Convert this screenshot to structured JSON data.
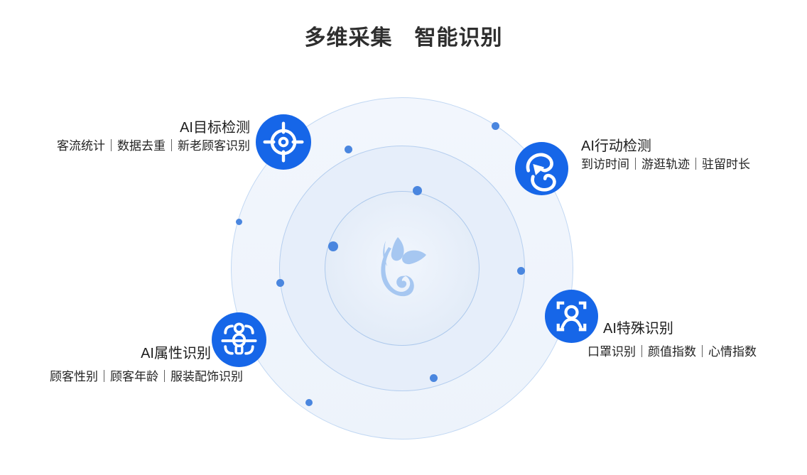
{
  "page": {
    "title": "多维采集　智能识别"
  },
  "diagram": {
    "center_logo": "phoenix-bird-logo",
    "features": [
      {
        "position": "top-left",
        "title": "AI目标检测",
        "subtitle": "客流统计｜数据去重｜新老顾客识别",
        "icon": "crosshair-target-icon"
      },
      {
        "position": "top-right",
        "title": "AI行动检测",
        "subtitle": "到访时间｜游逛轨迹｜驻留时长",
        "icon": "winding-route-arrow-icon"
      },
      {
        "position": "bottom-left",
        "title": "AI属性识别",
        "subtitle": "顾客性别｜顾客年龄｜服装配饰识别",
        "icon": "person-scan-icon"
      },
      {
        "position": "bottom-right",
        "title": "AI特殊识别",
        "subtitle": "口罩识别｜颜值指数｜心情指数",
        "icon": "face-scan-icon"
      }
    ],
    "colors": {
      "feature_icon_blue": "#1666e8",
      "decor_dot_blue": "#4a86df",
      "ring_border_blue": "#b6cfef",
      "logo_blue": "#a6c7f1",
      "heading_text": "#2e2e2e"
    }
  }
}
